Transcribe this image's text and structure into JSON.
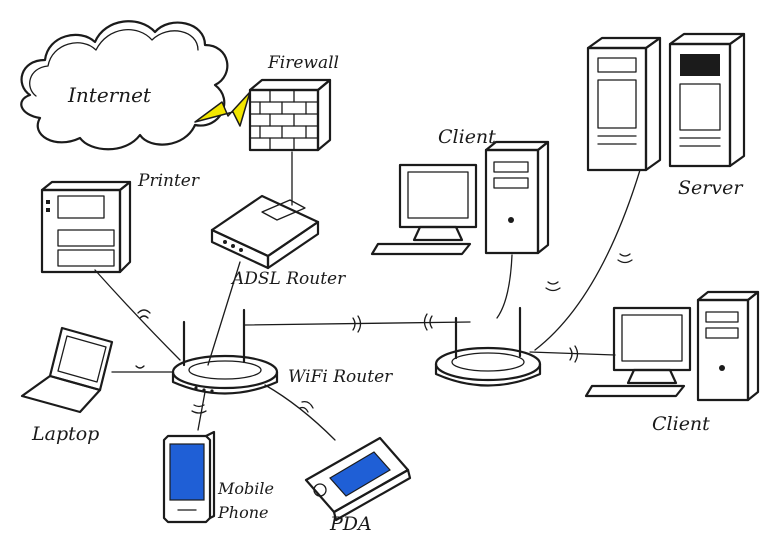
{
  "diagram": {
    "labels": {
      "internet": "Internet",
      "firewall": "Firewall",
      "printer": "Printer",
      "adsl_router": "ADSL Router",
      "client_top": "Client",
      "server": "Server",
      "laptop": "Laptop",
      "wifi_router": "WiFi Router",
      "client_right": "Client",
      "mobile_phone_line1": "Mobile",
      "mobile_phone_line2": "Phone",
      "pda": "PDA"
    },
    "colors": {
      "ink": "#1b1b1b",
      "lightning": "#f2e600",
      "screen_blue": "#1f5fd6",
      "background": "#ffffff"
    },
    "icons": [
      "cloud-icon",
      "firewall-icon",
      "printer-icon",
      "adsl-router-icon",
      "wifi-router-icon",
      "laptop-icon",
      "mobile-phone-icon",
      "pda-icon",
      "desktop-computer-icon",
      "server-tower-icon",
      "lightning-bolt-icon",
      "wireless-signal-icon"
    ]
  }
}
